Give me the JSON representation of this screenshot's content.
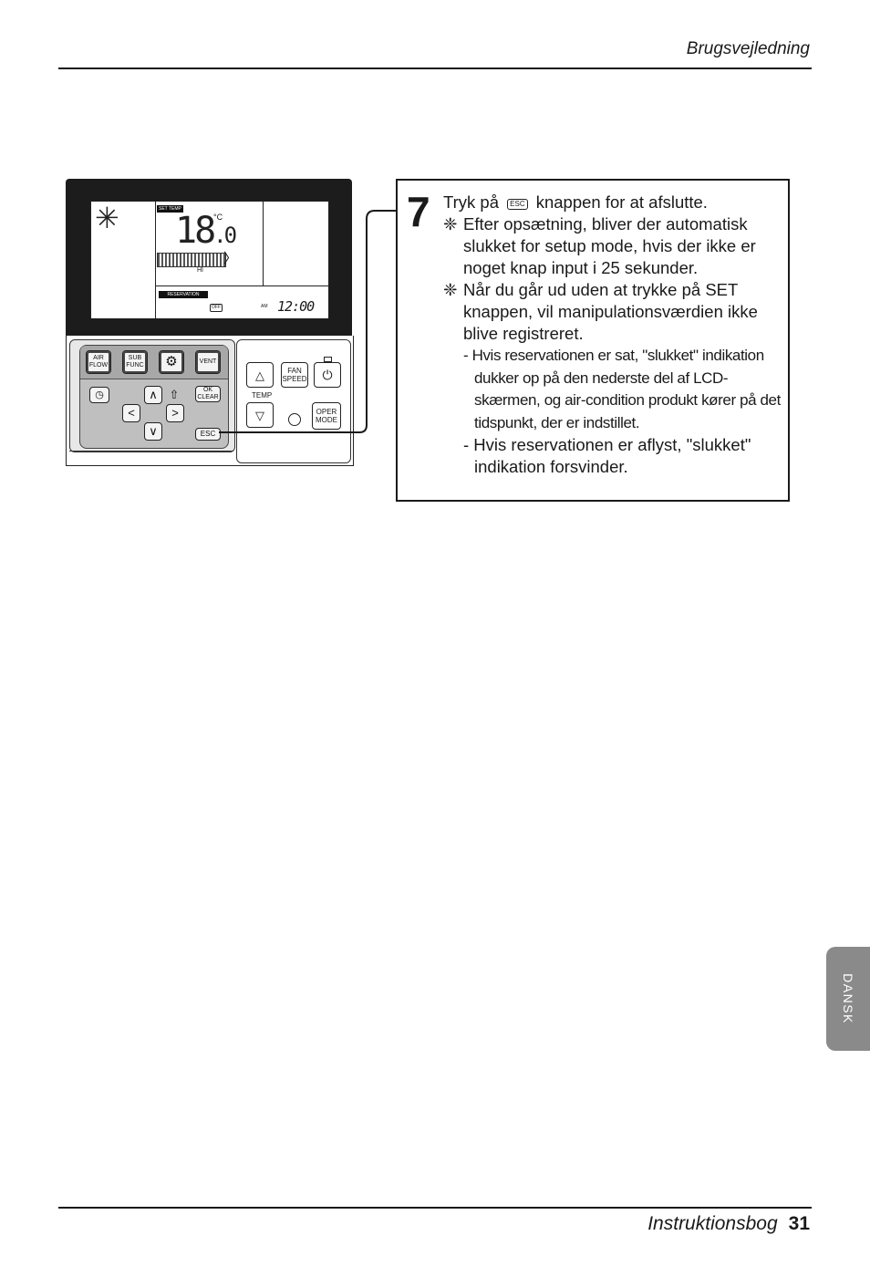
{
  "header": {
    "title": "Brugsvejledning"
  },
  "footer": {
    "label": "Instruktionsbog",
    "page": "31"
  },
  "side_tab": {
    "label": "DANSK"
  },
  "remote": {
    "lcd": {
      "set_temp_tag": "SET TEMP",
      "temp_main": "18",
      "temp_decimal": ".0",
      "unit": "°C",
      "fan_label": "HI",
      "reservation_tag": "RESERVATION",
      "off_tag": "OFF",
      "am": "AM",
      "clock": "12:00"
    },
    "keys": {
      "air_flow": "AIR FLOW",
      "sub_func": "SUB FUNC",
      "vent": "VENT",
      "ok_clear": "OK CLEAR",
      "esc": "ESC",
      "fan_speed": "FAN SPEED",
      "temp": "TEMP",
      "oper_mode": "OPER MODE"
    },
    "icons": [
      "snowflake-icon",
      "gear-icon",
      "clock-icon",
      "home-icon",
      "power-icon"
    ]
  },
  "step": {
    "number": "7",
    "intro_before": "Tryk på",
    "esc_chip": "ESC",
    "intro_after": "knappen for at afslutte.",
    "note_symbol": "❈",
    "notes": [
      "Efter opsætning, bliver der automatisk slukket for setup mode, hvis der ikke er noget knap input i 25 sekunder.",
      "Når du går ud uden at trykke på SET knappen, vil manipulationsværdien ikke blive registreret."
    ],
    "subnotes": [
      "- Hvis reservationen er sat, \"slukket\" indikation dukker op på den nederste del af LCD-skærmen, og air-condition produkt kører på det tidspunkt, der er indstillet.",
      "- Hvis reservationen er aflyst, \"slukket\" indikation forsvinder."
    ]
  }
}
